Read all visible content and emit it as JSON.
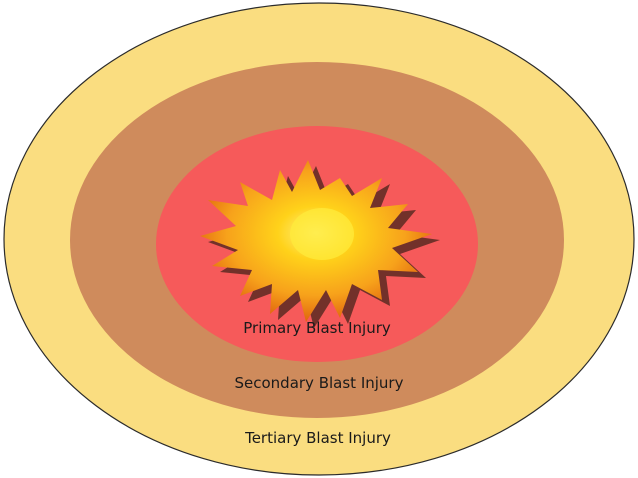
{
  "zones": {
    "primary": {
      "label": "Primary Blast Injury",
      "color": "#F65A5A"
    },
    "secondary": {
      "label": "Secondary Blast Injury",
      "color": "#CF8B5C"
    },
    "tertiary": {
      "label": "Tertiary Blast Injury",
      "color": "#FADD80"
    }
  },
  "explosion": {
    "icon": "explosion-icon",
    "core_color": "#FFE400",
    "outer_color": "#F08A12",
    "shadow_color": "#5A2A22"
  },
  "outline_color": "#2b2b2b"
}
